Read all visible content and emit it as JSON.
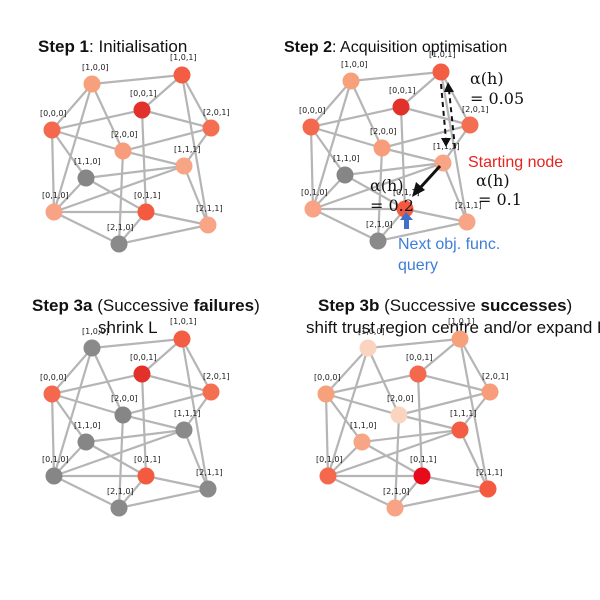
{
  "panels": {
    "step1": {
      "title_a": "Step 1",
      "title_b": ": Initialisation",
      "node_colors": {
        "100": "#f7a07c",
        "101": "#f25d44",
        "001": "#e2302b",
        "000": "#f4694d",
        "201": "#f46e52",
        "200": "#f79d7c",
        "110": "#868686",
        "111": "#f8a586",
        "010": "#f8a385",
        "011": "#f35a3f",
        "211": "#f7a487",
        "210": "#8a8a8a"
      }
    },
    "step2": {
      "title_a": "Step 2",
      "title_b": ": Acquisition optimisation",
      "alpha_top": "α(h)",
      "alpha_top_val": "= 0.05",
      "starting_node": "Starting node",
      "alpha_mid": "α(h)",
      "alpha_mid_val": "= 0.1",
      "alpha_left": "α(h)",
      "alpha_left_val": "= 0.2",
      "next_line1": "Next obj. func.",
      "next_line2": "query",
      "node_colors": {
        "100": "#f7a07c",
        "101": "#f25d44",
        "001": "#e2302b",
        "000": "#f4694d",
        "201": "#f46e52",
        "200": "#f79d7c",
        "110": "#868686",
        "111": "#f8a586",
        "010": "#f8a385",
        "011": "#f35a3f",
        "211": "#f7a487",
        "210": "#8a8a8a"
      }
    },
    "step3a": {
      "title_a": "Step 3a",
      "title_b": " (Successive ",
      "title_c": "failures",
      "title_d": ")",
      "subtitle": "shrink L",
      "node_colors": {
        "100": "#8a8a8a",
        "101": "#f25d44",
        "001": "#e2302b",
        "000": "#f4694d",
        "201": "#f46e52",
        "200": "#868686",
        "110": "#868686",
        "111": "#8a8a8a",
        "010": "#868686",
        "011": "#f35a3f",
        "211": "#8a8a8a",
        "210": "#8a8a8a"
      }
    },
    "step3b": {
      "title_a": "Step 3b",
      "title_b": " (Successive ",
      "title_c": "successes",
      "title_d": ")",
      "subtitle": "shift trust region centre and/or expand L",
      "node_colors": {
        "100": "#fbd4c0",
        "101": "#f7a07c",
        "001": "#f4694d",
        "000": "#f7a07c",
        "201": "#f79d7c",
        "200": "#fbd4c0",
        "110": "#f8a586",
        "111": "#f25d44",
        "010": "#f4694d",
        "011": "#e8091b",
        "211": "#f35a3f",
        "210": "#f8a385"
      }
    }
  },
  "node_labels": {
    "100": "[1,0,0]",
    "101": "[1,0,1]",
    "001": "[0,0,1]",
    "000": "[0,0,0]",
    "201": "[2,0,1]",
    "200": "[2,0,0]",
    "110": "[1,1,0]",
    "111": "[1,1,1]",
    "010": "[0,1,0]",
    "011": "[0,1,1]",
    "211": "[2,1,1]",
    "210": "[2,1,0]"
  }
}
